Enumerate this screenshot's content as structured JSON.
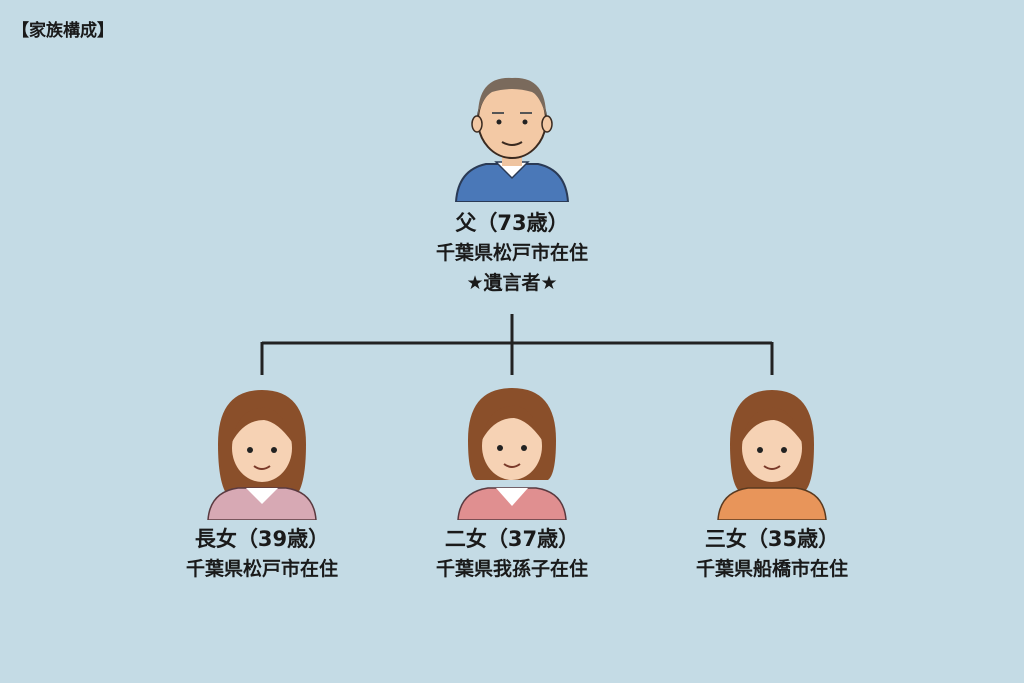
{
  "title": "【家族構成】",
  "father": {
    "name": "父（73歳）",
    "residence": "千葉県松戸市在住",
    "note": "★遺言者★"
  },
  "children": [
    {
      "name": "長女（39歳）",
      "residence": "千葉県松戸市在住"
    },
    {
      "name": "二女（37歳）",
      "residence": "千葉県我孫子在住"
    },
    {
      "name": "三女（35歳）",
      "residence": "千葉県船橋市在住"
    }
  ],
  "colors": {
    "background": "#c4dbe5",
    "father_shirt": "#4a78b8",
    "daughter1_top": "#d7a9b4",
    "daughter2_top": "#e08f90",
    "daughter3_top": "#e8955a",
    "hair": "#8a4f2a"
  }
}
